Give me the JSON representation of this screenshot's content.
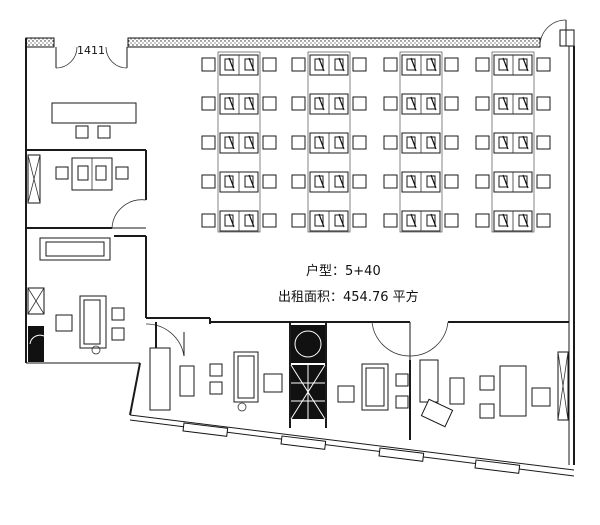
{
  "room_number": "1411",
  "unit_type_label": "户型：",
  "unit_type_value": "5+40",
  "area_label": "出租面积：",
  "area_value": "454.76 平方"
}
